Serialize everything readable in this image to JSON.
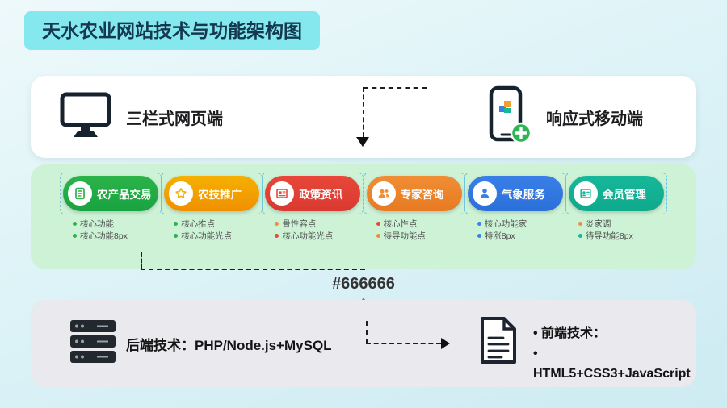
{
  "page": {
    "title": "天水农业网站技术与功能架构图",
    "center_color_label": "#666666"
  },
  "clients": {
    "web": {
      "label": "三栏式网页端",
      "icon": "monitor-icon"
    },
    "mobile": {
      "label": "响应式移动端",
      "icon": "mobile-phone-icon"
    }
  },
  "modules": [
    {
      "label": "农产品交易",
      "icon": "document-list-icon",
      "color": "#2cb34a",
      "color2": "#18a341",
      "bullets": [
        {
          "text": "核心功能",
          "color": "#2cb34a"
        },
        {
          "text": "核心功能8px",
          "color": "#2cb34a"
        }
      ]
    },
    {
      "label": "农技推广",
      "icon": "star-icon",
      "color": "#f6b000",
      "color2": "#ef9000",
      "bullets": [
        {
          "text": "核心推点",
          "color": "#2cb34a"
        },
        {
          "text": "核心功能光点",
          "color": "#2cb34a"
        }
      ]
    },
    {
      "label": "政策资讯",
      "icon": "news-icon",
      "color": "#e8473a",
      "color2": "#d93a30",
      "bullets": [
        {
          "text": "骨性容点",
          "color": "#f08e35"
        },
        {
          "text": "核心功能光点",
          "color": "#e8473a"
        }
      ]
    },
    {
      "label": "专家咨询",
      "icon": "experts-icon",
      "color": "#f08e35",
      "color2": "#e77a22",
      "bullets": [
        {
          "text": "核心性点",
          "color": "#e8473a"
        },
        {
          "text": "待导功能点",
          "color": "#f08e35"
        }
      ]
    },
    {
      "label": "气象服务",
      "icon": "person-icon",
      "color": "#3a7ee8",
      "color2": "#2b6fd8",
      "bullets": [
        {
          "text": "核心功能家",
          "color": "#3a7ee8"
        },
        {
          "text": "特涨8px",
          "color": "#3a7ee8"
        }
      ]
    },
    {
      "label": "会员管理",
      "icon": "member-badge-icon",
      "color": "#17b89a",
      "color2": "#0fa98c",
      "bullets": [
        {
          "text": "炎家调",
          "color": "#f08e35"
        },
        {
          "text": "待导功能8px",
          "color": "#17b89a"
        }
      ]
    }
  ],
  "backend": {
    "label": "后端技术：PHP/Node.js+MySQL",
    "icon": "server-icon"
  },
  "frontend": {
    "icon": "document-icon",
    "lines": [
      "• 前端技术：",
      "• HTML5+CSS3+JavaScript"
    ]
  },
  "colors": {
    "background_top": "#eef9fb",
    "background_bottom": "#cdebf2",
    "title_bg": "#86e8ef",
    "title_text": "#14384f",
    "clients_card_bg": "#ffffff",
    "modules_card_bg": "#cdf2d6",
    "tech_card_bg": "#e9e9ee",
    "arrow_blue": "#3f8fe8",
    "dashed_line": "#1e1e1e"
  }
}
